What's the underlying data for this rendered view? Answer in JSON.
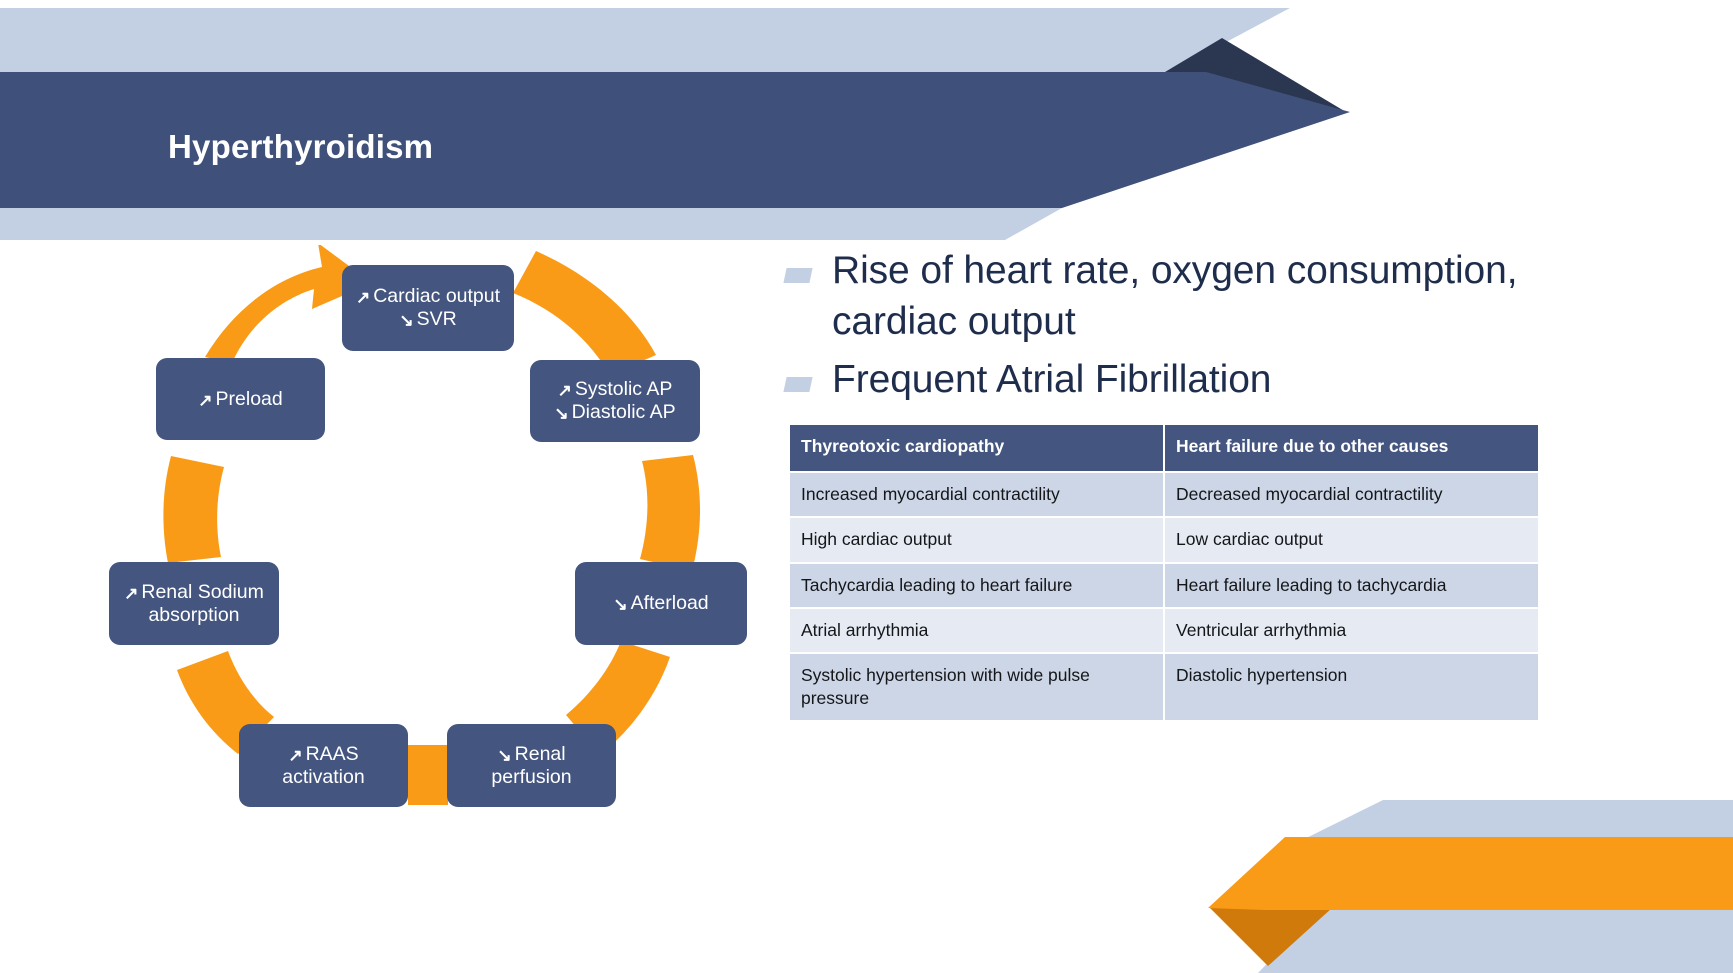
{
  "slide": {
    "title": "Hyperthyroidism"
  },
  "theme": {
    "dark_navy": "#2b3651",
    "navy": "#44557f",
    "light_blue": "#c3d0e4",
    "orange": "#f99b16",
    "dark_orange": "#cf7a0b",
    "row_odd": "#ccd6e6",
    "row_even": "#e5eaf3",
    "text_navy": "#1f2d4d"
  },
  "cycle": {
    "name": "hemodynamic-cycle-diagram",
    "nodes": [
      {
        "id": "cardiac-output",
        "lines": [
          {
            "arrow": "↗",
            "text": "Cardiac output"
          },
          {
            "arrow": "↘",
            "text": "SVR"
          }
        ]
      },
      {
        "id": "systolic-diastolic-ap",
        "lines": [
          {
            "arrow": "↗",
            "text": "Systolic AP"
          },
          {
            "arrow": "↘",
            "text": "Diastolic AP"
          }
        ]
      },
      {
        "id": "afterload",
        "lines": [
          {
            "arrow": "↘",
            "text": "Afterload"
          }
        ]
      },
      {
        "id": "renal-perfusion",
        "lines": [
          {
            "arrow": "↘",
            "text": "Renal"
          },
          {
            "arrow": "",
            "text": "perfusion"
          }
        ]
      },
      {
        "id": "raas-activation",
        "lines": [
          {
            "arrow": "↗",
            "text": "RAAS"
          },
          {
            "arrow": "",
            "text": "activation"
          }
        ]
      },
      {
        "id": "renal-sodium-absorption",
        "lines": [
          {
            "arrow": "↗",
            "text": "Renal Sodium"
          },
          {
            "arrow": "",
            "text": "absorption"
          }
        ]
      },
      {
        "id": "preload",
        "lines": [
          {
            "arrow": "↗",
            "text": "Preload"
          }
        ]
      }
    ]
  },
  "bullets": [
    "Rise of heart rate, oxygen consumption, cardiac output",
    "Frequent Atrial Fibrillation"
  ],
  "table": {
    "name": "thyreotoxic-vs-other-heart-failure",
    "headers": [
      "Thyreotoxic cardiopathy",
      "Heart failure due to other causes"
    ],
    "rows": [
      [
        "Increased myocardial contractility",
        "Decreased myocardial contractility"
      ],
      [
        "High cardiac output",
        "Low cardiac output"
      ],
      [
        "Tachycardia leading to heart failure",
        "Heart failure leading to tachycardia"
      ],
      [
        "Atrial arrhythmia",
        "Ventricular arrhythmia"
      ],
      [
        "Systolic hypertension with wide pulse pressure",
        "Diastolic hypertension"
      ]
    ]
  }
}
